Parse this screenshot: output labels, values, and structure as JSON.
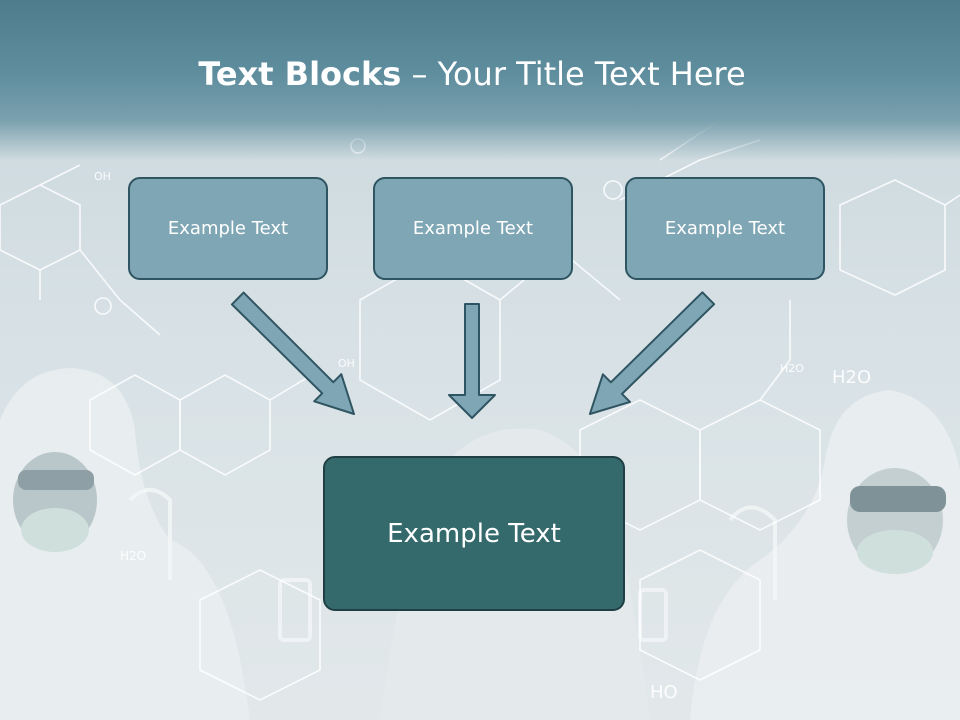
{
  "title": {
    "bold_part": "Text Blocks",
    "rest_part": "– Your Title Text Here"
  },
  "blocks": {
    "left": "Example Text",
    "center": "Example Text",
    "right": "Example Text",
    "main": "Example Text"
  },
  "background": {
    "labels": [
      "OH",
      "OH",
      "H2O",
      "H2O",
      "H2O",
      "HO",
      "O"
    ]
  },
  "colors": {
    "title_band": "#5e8d9d",
    "small_box_fill": "#7fa6b4",
    "main_box_fill": "#356a6c",
    "arrow_fill": "#7fa6b4",
    "outline": "#2f5462"
  }
}
